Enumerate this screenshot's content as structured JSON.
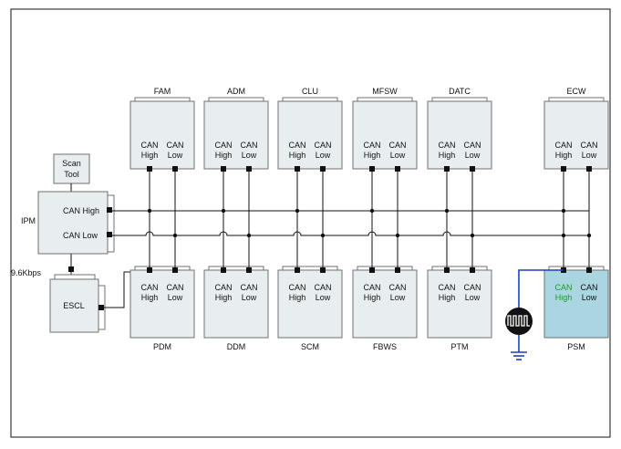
{
  "colors": {
    "box_fill": "#e8eef0",
    "highlight_fill": "#a9d6e0",
    "line": "#111111",
    "probe_line": "#1f3fbf",
    "highlight_text": "#1a9a2a"
  },
  "pin_labels": {
    "high": [
      "CAN",
      "High"
    ],
    "low": [
      "CAN",
      "Low"
    ]
  },
  "top_modules": [
    "FAM",
    "ADM",
    "CLU",
    "MFSW",
    "DATC",
    "ECW"
  ],
  "bottom_modules": [
    "PDM",
    "DDM",
    "SCM",
    "FBWS",
    "PTM",
    "PSM"
  ],
  "highlighted_module": "PSM",
  "scan_tool": {
    "line1": "Scan",
    "line2": "Tool"
  },
  "ipm": {
    "name": "IPM",
    "can_high": "CAN High",
    "can_low": "CAN Low"
  },
  "lin_speed": "9.6Kbps",
  "escl": "ESCL",
  "icons": {
    "probe": "oscilloscope-probe-icon",
    "ground": "ground-icon"
  }
}
